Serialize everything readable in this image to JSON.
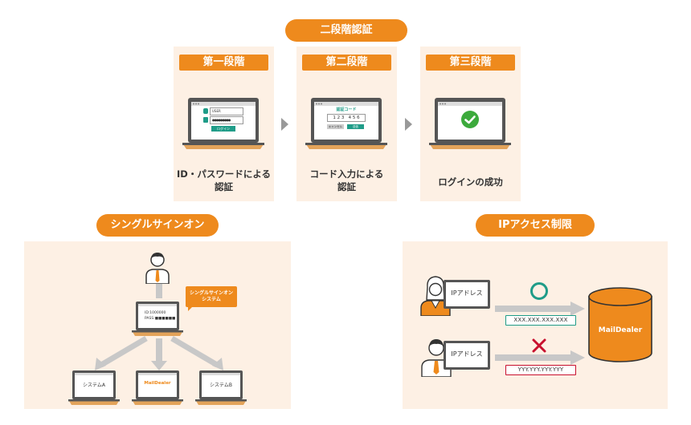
{
  "two_factor": {
    "title": "二段階認証",
    "steps": [
      {
        "label": "第一段階",
        "caption": [
          "ID・パスワードによる",
          "認証"
        ]
      },
      {
        "label": "第二段階",
        "caption": [
          "コード入力による",
          "認証"
        ]
      },
      {
        "label": "第三段階",
        "caption": [
          "ログインの成功"
        ]
      }
    ],
    "step1_screen": {
      "user_field": "USER",
      "password_field": "●●●●●●●●●",
      "login_button": "ログイン"
    },
    "step2_screen": {
      "title": "認証コード",
      "code": "1 2 3   4 5 6",
      "cancel_button": "キャンセル",
      "ok_button": "送信"
    }
  },
  "sso": {
    "title": "シングルサインオン",
    "bubble": [
      "シングルサインオン",
      "システム"
    ],
    "central_laptop": {
      "id_line": "ID:1000000",
      "pass_label": "PASS:",
      "pass_value": "■■■■■■"
    },
    "systems": [
      "システムA",
      "MailDealer",
      "システムB"
    ]
  },
  "ip": {
    "title": "IPアクセス制限",
    "laptop_label": "IPアドレス",
    "allowed_ip": "XXX.XXX.XXX.XXX",
    "denied_ip": "YYY.YYY.YYY.YYY",
    "server_label": "MailDealer",
    "colors": {
      "allow": "#1f9c88",
      "deny": "#c8102e",
      "accent": "#ee8a1d"
    }
  }
}
